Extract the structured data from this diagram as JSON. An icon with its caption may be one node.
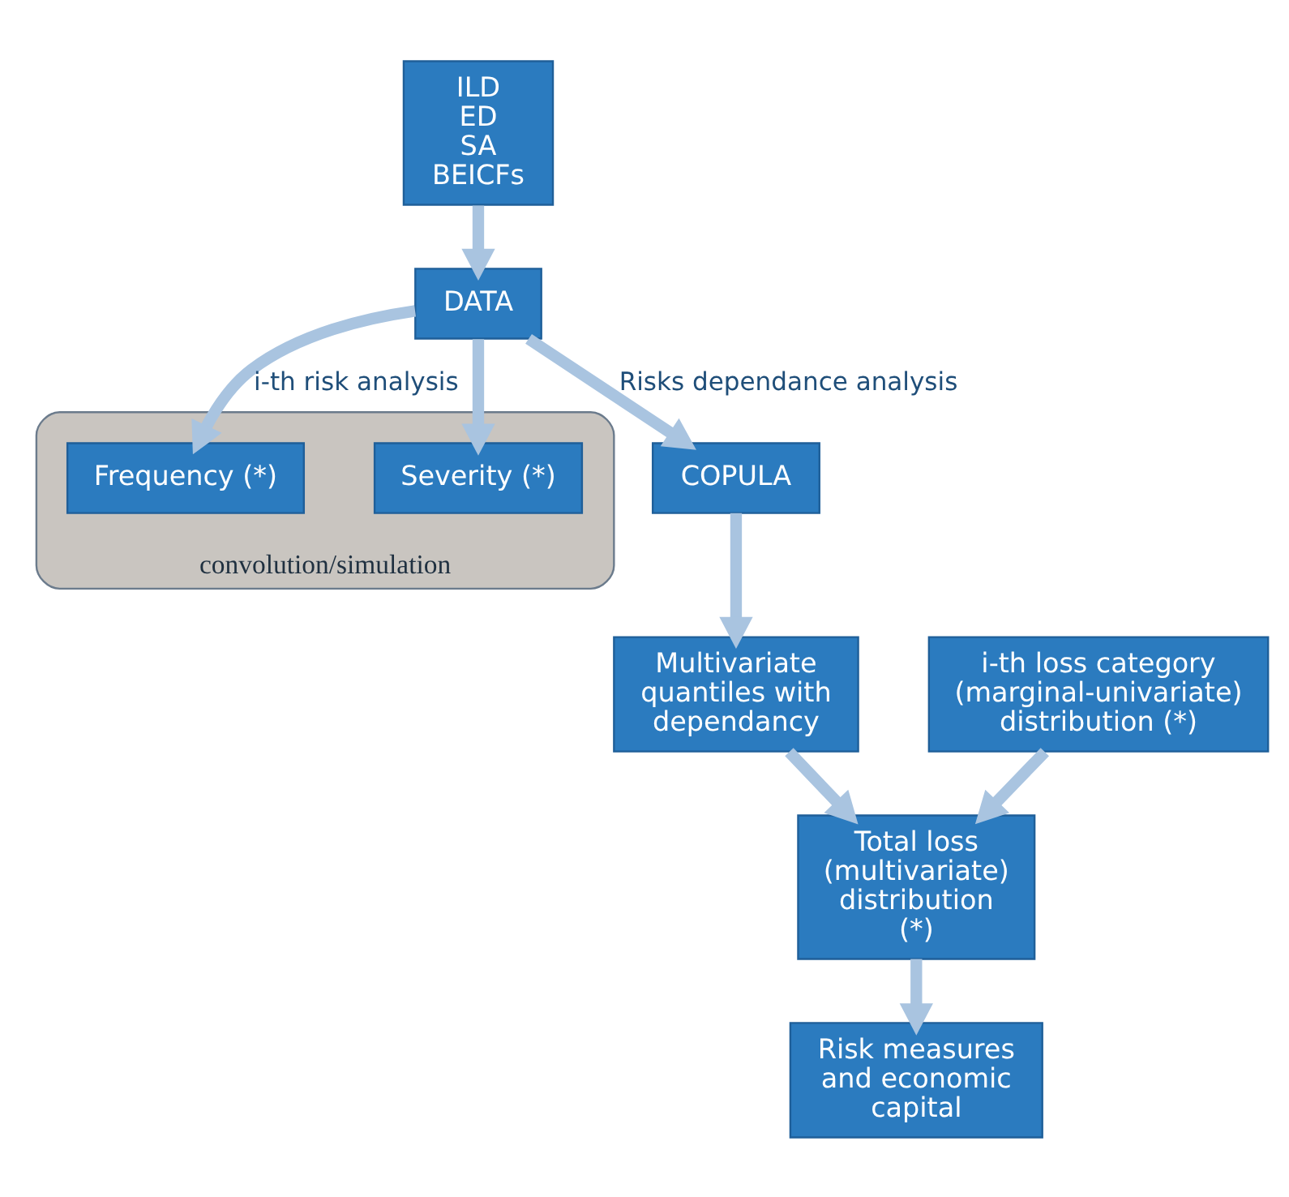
{
  "diagram": {
    "nodes": [
      {
        "text": [
          "ILD",
          "ED",
          "SA",
          "BEICFs"
        ]
      },
      {
        "text": [
          "DATA"
        ]
      },
      {
        "text": [
          "convolution/simulation"
        ]
      },
      {
        "text": [
          "Frequency (*)"
        ],
        "in": 2
      },
      {
        "text": [
          "Severity (*)"
        ],
        "in": 2
      },
      {
        "text": [
          "COPULA"
        ]
      },
      {
        "text": [
          "i-th loss category (marginal-univariate) distribution (*)"
        ]
      },
      {
        "text": [
          "Multivariate quantiles with dependancy"
        ]
      },
      {
        "text": [
          "Total loss (multivariate) distribution (*)"
        ]
      },
      {
        "text": [
          "Risk measures and economic capital"
        ]
      }
    ],
    "edges": [
      {
        "from": 0,
        "to": 1,
        "arrow": "to"
      },
      {
        "from": 1,
        "to": 3,
        "arrow": "to",
        "label": "i-th risk analysis"
      },
      {
        "from": 1,
        "to": 4,
        "arrow": "to"
      },
      {
        "from": 1,
        "to": 5,
        "arrow": "to",
        "label": "Risks dependance analysis"
      },
      {
        "from": 5,
        "to": 7,
        "arrow": "to"
      },
      {
        "from": 6,
        "to": 8,
        "arrow": "to"
      },
      {
        "from": 7,
        "to": 8,
        "arrow": "to"
      },
      {
        "from": 8,
        "to": 9,
        "arrow": "to"
      }
    ]
  }
}
